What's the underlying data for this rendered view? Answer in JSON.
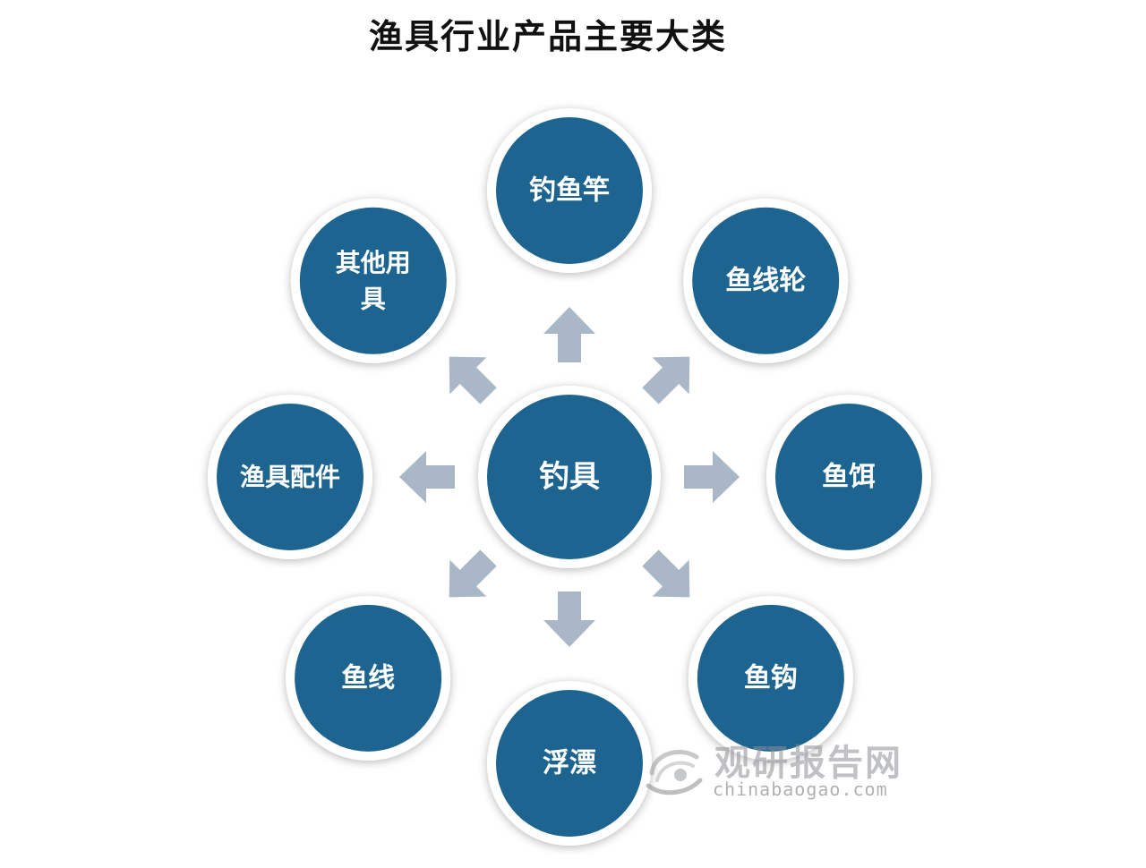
{
  "title": "渔具行业产品主要大类",
  "colors": {
    "node_fill": "#1d6590",
    "node_ring": "#ffffff",
    "arrow": "#a9b7c6"
  },
  "center": {
    "label": "钓具"
  },
  "categories": [
    {
      "id": "rod",
      "label": "钓鱼竿"
    },
    {
      "id": "reel",
      "label": "鱼线轮"
    },
    {
      "id": "bait",
      "label": "鱼饵"
    },
    {
      "id": "hook",
      "label": "鱼钩"
    },
    {
      "id": "float",
      "label": "浮漂"
    },
    {
      "id": "line",
      "label": "鱼线"
    },
    {
      "id": "accessories",
      "label": "渔具配件"
    },
    {
      "id": "other",
      "label": "其他用具"
    }
  ],
  "watermark": {
    "brand_cn": "观研报告网",
    "brand_url": "chinabaogao.com"
  }
}
